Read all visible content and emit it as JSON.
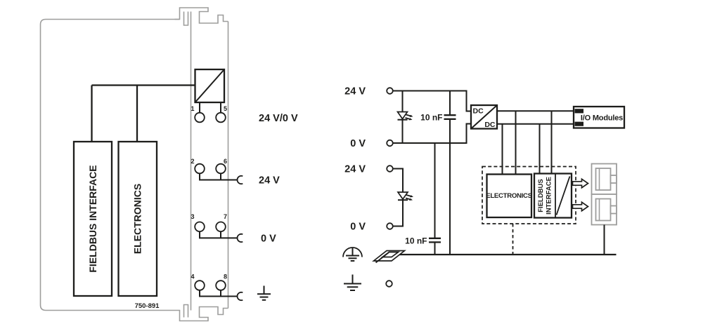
{
  "colors": {
    "line": "#1d1d1b",
    "gray": "#9d9d9c",
    "background": "#ffffff"
  },
  "left_module": {
    "product_code": "750-891",
    "fieldbus_label": "FIELDBUS INTERFACE",
    "electronics_label": "ELECTRONICS",
    "terminal_numbers": [
      "1",
      "5",
      "2",
      "6",
      "3",
      "7",
      "4",
      "8"
    ],
    "row1_label": "24 V/0 V",
    "row2_label": "24 V",
    "row3_label": "0 V"
  },
  "circuit": {
    "input_labels": [
      "24 V",
      "0 V",
      "24 V",
      "0 V"
    ],
    "cap1_label": "10 nF",
    "cap2_label": "10 nF",
    "dc_top": "DC",
    "dc_bottom": "DC",
    "io_modules_label": "I/O Modules",
    "electronics_label": "ELECTRONICS",
    "fieldbus_line1": "FIELDBUS",
    "fieldbus_line2": "INTERFACE"
  },
  "icons": {
    "power_supply": "square-with-diagonal-icon",
    "led": "led-diode-icon",
    "capacitor": "capacitor-icon",
    "female_contact": "spring-clamp-contact-icon",
    "ground": "ground-icon",
    "functional_earth": "functional-earth-icon",
    "din_rail": "din-rail-icon",
    "data_arrow": "data-flow-arrow-icon",
    "rj45": "rj45-jack-icon",
    "isolation": "galvanic-isolation-icon"
  }
}
